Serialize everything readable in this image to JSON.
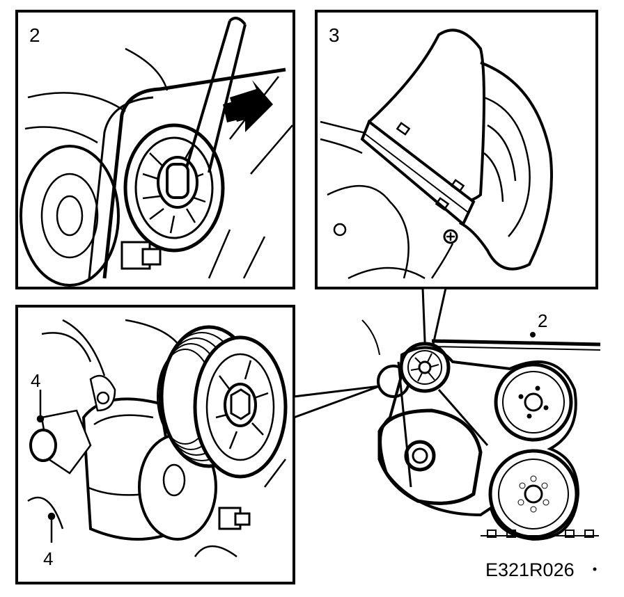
{
  "panels": {
    "top_left": {
      "label": "2"
    },
    "top_right": {
      "label": "3"
    },
    "bottom_left": {
      "labels": [
        "4",
        "4"
      ]
    }
  },
  "overview": {
    "label": "2"
  },
  "reference_code": "E321R026"
}
